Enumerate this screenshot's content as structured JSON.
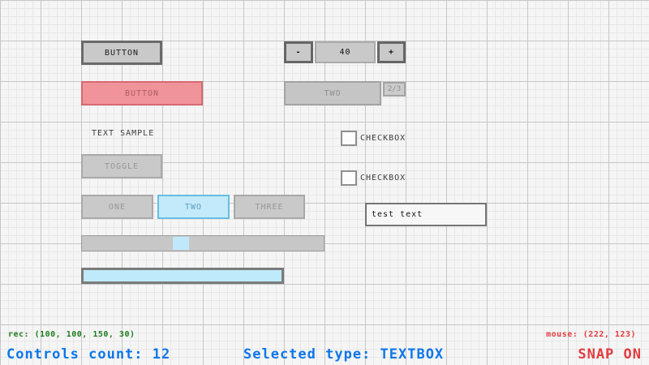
{
  "widgets": {
    "button_normal": {
      "label": "BUTTON"
    },
    "button_pressed": {
      "label": "BUTTON"
    },
    "text_label": {
      "text": "TEXT SAMPLE"
    },
    "toggle": {
      "label": "TOGGLE"
    },
    "tabs": [
      {
        "label": "ONE",
        "active": false
      },
      {
        "label": "TWO",
        "active": true
      },
      {
        "label": "THREE",
        "active": false
      }
    ],
    "spinner": {
      "decrement": "-",
      "value": "40",
      "increment": "+"
    },
    "dropdown": {
      "selected": "TWO",
      "index": "2/3"
    },
    "checkbox_1": {
      "label": "CHECKBOX",
      "checked": false
    },
    "checkbox_2": {
      "label": "CHECKBOX",
      "checked": false
    },
    "textbox": {
      "value": "test text"
    }
  },
  "statusbar": {
    "rec": "rec: (100, 100, 150, 30)",
    "controls_count": "Controls count: 12",
    "selected_type": "Selected type: TEXTBOX",
    "mouse": "mouse: (222, 123)",
    "snap": "SNAP ON"
  },
  "colors": {
    "accent_blue": "#0e76e8",
    "status_green": "#1f7d1f",
    "status_red": "#e23b3f",
    "selection_cyan_fill": "#c2eafb",
    "selection_cyan_border": "#67bde2",
    "control_gray_fill": "#c9c9c9",
    "control_dark_border": "#6a6a6a",
    "pressed_red_fill": "#f1939b",
    "pressed_red_border": "#d66970",
    "grid_major": "#c6c6c6",
    "grid_minor": "#e8e8e8",
    "background": "#f5f5f5"
  }
}
